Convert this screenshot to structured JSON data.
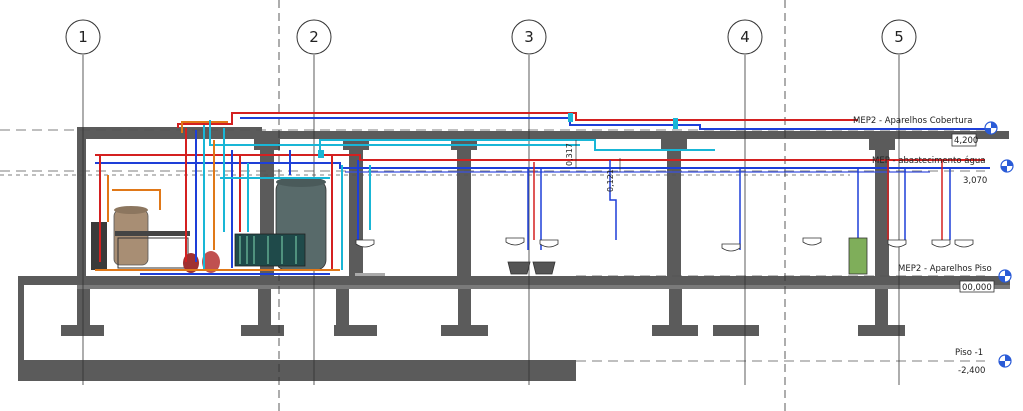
{
  "grid_lines": [
    {
      "label": "1"
    },
    {
      "label": "2"
    },
    {
      "label": "3"
    },
    {
      "label": "4"
    },
    {
      "label": "5"
    }
  ],
  "levels": [
    {
      "name": "MEP2 - Aparelhos Cobertura",
      "elevation": "4,200"
    },
    {
      "name": "MEP - abastecimento água",
      "elevation": "3,070"
    },
    {
      "name": "MEP2 - Aparelhos Piso",
      "elevation": "00,000"
    },
    {
      "name": "Piso -1",
      "elevation": "-2,400"
    }
  ],
  "dimensions": [
    {
      "value": "0,317"
    },
    {
      "value": "0,121"
    }
  ],
  "colors": {
    "concrete": "#5b5b5b",
    "hot_water": "#d42020",
    "cold_water": "#1e3fd8",
    "cyan_pipe": "#19b6d6",
    "orange_pipe": "#e07818",
    "level_marker": "#2a5bd7"
  }
}
